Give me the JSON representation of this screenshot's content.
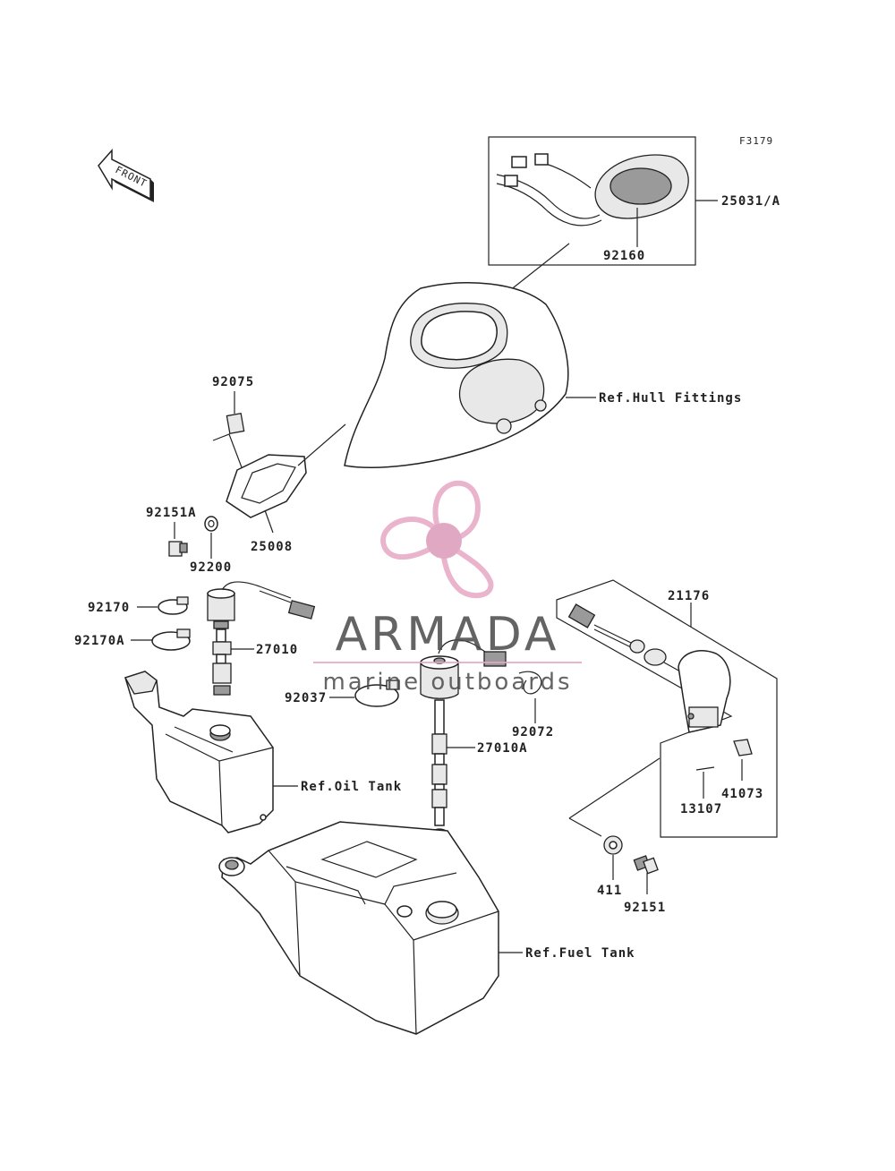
{
  "figure_code": "F3179",
  "direction_arrow": "FRONT",
  "watermark": {
    "brand": "ARMADA",
    "tagline": "marine outboards",
    "logo_color": "#e6a8c4",
    "logo_hub_color": "#dc9ab9"
  },
  "parts": {
    "p25031A": "25031/A",
    "p92160": "92160",
    "p92075": "92075",
    "p92151A": "92151A",
    "p25008": "25008",
    "p92200": "92200",
    "p92170": "92170",
    "p92170A": "92170A",
    "p27010": "27010",
    "p92037": "92037",
    "p92072": "92072",
    "p27010A": "27010A",
    "p21176": "21176",
    "p41073": "41073",
    "p13107": "13107",
    "p411": "411",
    "p92151": "92151"
  },
  "refs": {
    "hull": "Ref.Hull Fittings",
    "oil": "Ref.Oil Tank",
    "fuel": "Ref.Fuel Tank"
  }
}
